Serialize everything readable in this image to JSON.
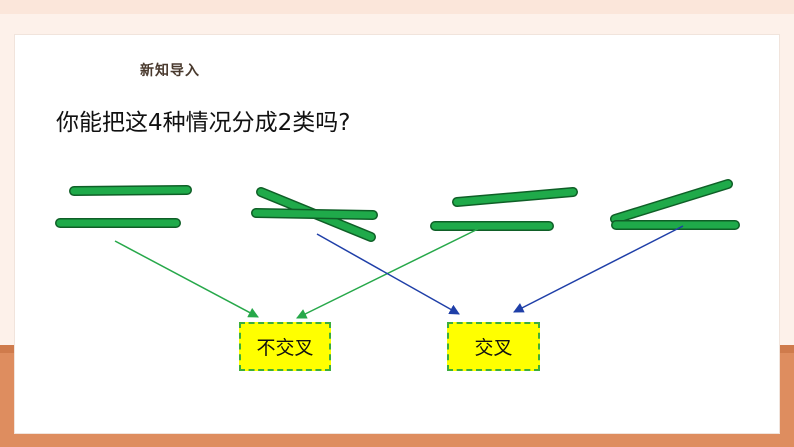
{
  "slide": {
    "section_title": "新知导入",
    "question": "你能把这4种情况分成2类吗?",
    "categories": [
      {
        "label": "不交叉"
      },
      {
        "label": "交叉"
      }
    ]
  },
  "colors": {
    "stick_fill": "#1faa4a",
    "stick_edge": "#0f5f27",
    "arrow_green": "#27a84a",
    "arrow_blue": "#1f3fa8",
    "box_fill": "#ffff00",
    "box_border": "#3cae3c",
    "accent_band": "#de8d5f"
  }
}
